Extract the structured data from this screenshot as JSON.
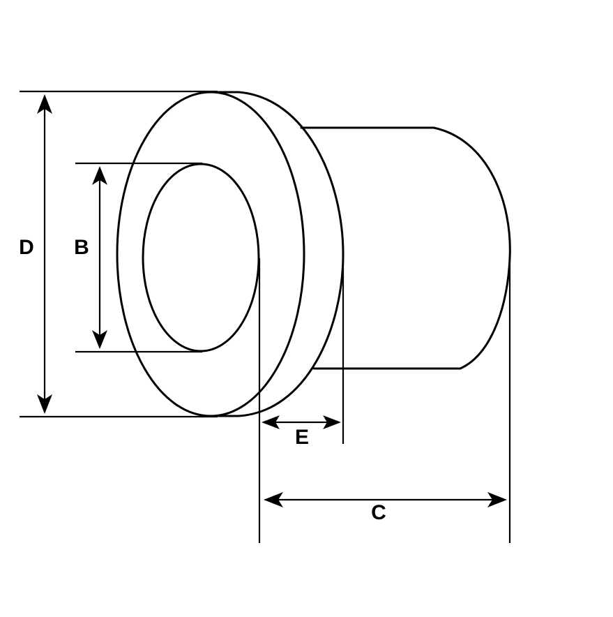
{
  "labels": {
    "D": "D",
    "B": "B",
    "E": "E",
    "C": "C"
  }
}
